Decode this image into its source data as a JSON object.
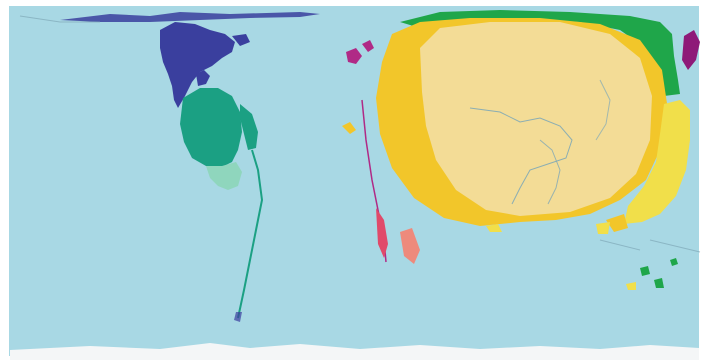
{
  "map": {
    "colors": {
      "ocean": "#a8d8e4",
      "frame": "#ffffff",
      "ice": "#f4f6f7",
      "north_america": "#3a3f9e",
      "south_america": "#1ba083",
      "south_america_light": "#8fd6bd",
      "asia_core": "#f3dc96",
      "asia_rim": "#f2c62a",
      "northern_rim": "#1fa64a",
      "east_asia": "#f1df4a",
      "japan": "#8e1a78",
      "europe": "#b02a86",
      "africa": "#e04a6a",
      "africa_light": "#ee8a7c",
      "outline": "#7fa8b6"
    },
    "regions": [
      "north-america",
      "south-america",
      "europe",
      "africa",
      "asia",
      "japan",
      "oceania",
      "antarctica"
    ]
  }
}
